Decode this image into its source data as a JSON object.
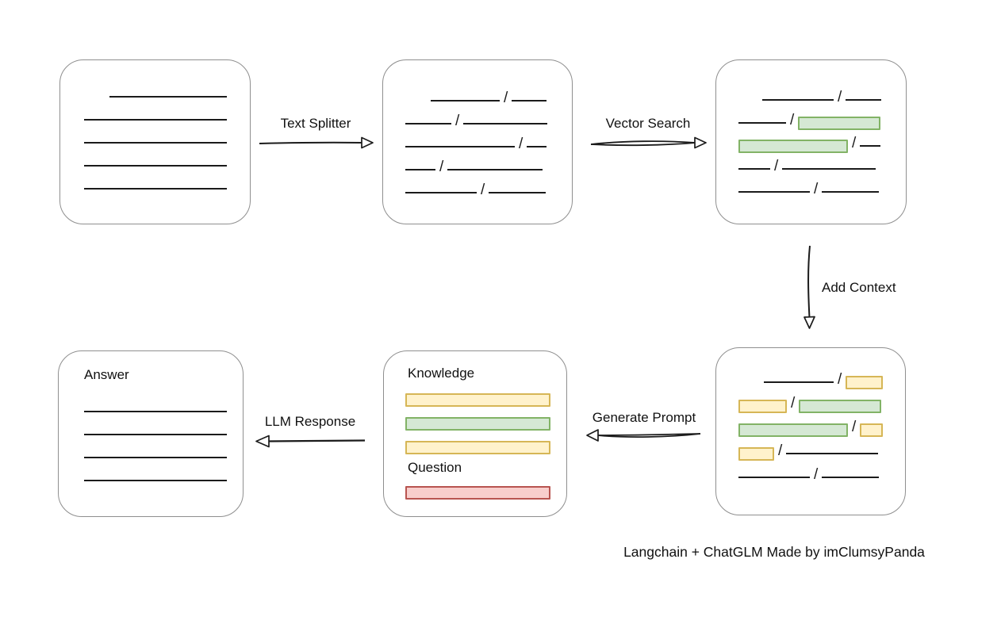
{
  "caption": "Langchain + ChatGLM Made by imClumsyPanda",
  "glyphs": {
    "slash": "/"
  },
  "colors": {
    "line": "#1b1b1b",
    "box_border": "#8f8f8f",
    "green_fill": "#d5e8d4",
    "green_stroke": "#82b366",
    "yellow_fill": "#fff2cc",
    "yellow_stroke": "#d6b656",
    "red_fill": "#f8cecc",
    "red_stroke": "#b85450"
  },
  "labels": {
    "text_splitter": "Text Splitter",
    "vector_search": "Vector Search",
    "add_context": "Add Context",
    "generate_prompt": "Generate Prompt",
    "llm_response": "LLM Response",
    "knowledge": "Knowledge",
    "question": "Question",
    "answer": "Answer"
  },
  "boxes": {
    "source_document": {
      "rows": [
        {
          "segments": [
            {
              "kind": "gap",
              "w": 32
            },
            {
              "kind": "line",
              "w": 148
            }
          ]
        },
        {
          "segments": [
            {
              "kind": "line",
              "w": 180
            }
          ]
        },
        {
          "segments": [
            {
              "kind": "line",
              "w": 180
            }
          ]
        },
        {
          "segments": [
            {
              "kind": "line",
              "w": 180
            }
          ]
        },
        {
          "segments": [
            {
              "kind": "line",
              "w": 180
            }
          ]
        }
      ]
    },
    "split_text": {
      "rows": [
        {
          "segments": [
            {
              "kind": "gap",
              "w": 32
            },
            {
              "kind": "line",
              "w": 87
            },
            {
              "kind": "slash"
            },
            {
              "kind": "line",
              "w": 44
            }
          ]
        },
        {
          "segments": [
            {
              "kind": "line",
              "w": 58
            },
            {
              "kind": "slash"
            },
            {
              "kind": "line",
              "w": 106
            }
          ]
        },
        {
          "segments": [
            {
              "kind": "line",
              "w": 138
            },
            {
              "kind": "slash"
            },
            {
              "kind": "line",
              "w": 25
            }
          ]
        },
        {
          "segments": [
            {
              "kind": "line",
              "w": 38
            },
            {
              "kind": "slash"
            },
            {
              "kind": "line",
              "w": 120
            }
          ]
        },
        {
          "segments": [
            {
              "kind": "line",
              "w": 90
            },
            {
              "kind": "slash"
            },
            {
              "kind": "line",
              "w": 72
            }
          ]
        }
      ]
    },
    "vector_result": {
      "rows": [
        {
          "segments": [
            {
              "kind": "gap",
              "w": 30
            },
            {
              "kind": "line",
              "w": 90
            },
            {
              "kind": "slash"
            },
            {
              "kind": "line",
              "w": 45
            }
          ]
        },
        {
          "segments": [
            {
              "kind": "line",
              "w": 60
            },
            {
              "kind": "slash"
            },
            {
              "kind": "chunk",
              "color": "green",
              "w": 104
            }
          ]
        },
        {
          "segments": [
            {
              "kind": "chunk",
              "color": "green",
              "w": 138
            },
            {
              "kind": "slash"
            },
            {
              "kind": "line",
              "w": 26
            }
          ]
        },
        {
          "segments": [
            {
              "kind": "line",
              "w": 40
            },
            {
              "kind": "slash"
            },
            {
              "kind": "line",
              "w": 118
            }
          ]
        },
        {
          "segments": [
            {
              "kind": "line",
              "w": 90
            },
            {
              "kind": "slash"
            },
            {
              "kind": "line",
              "w": 72
            }
          ]
        }
      ]
    },
    "context_added": {
      "rows": [
        {
          "segments": [
            {
              "kind": "gap",
              "w": 32
            },
            {
              "kind": "line",
              "w": 88
            },
            {
              "kind": "slash"
            },
            {
              "kind": "chunk",
              "color": "yellow",
              "w": 47
            }
          ]
        },
        {
          "segments": [
            {
              "kind": "chunk",
              "color": "yellow",
              "w": 61
            },
            {
              "kind": "slash"
            },
            {
              "kind": "chunk",
              "color": "green",
              "w": 104
            }
          ]
        },
        {
          "segments": [
            {
              "kind": "chunk",
              "color": "green",
              "w": 138
            },
            {
              "kind": "slash"
            },
            {
              "kind": "chunk",
              "color": "yellow",
              "w": 29
            }
          ]
        },
        {
          "segments": [
            {
              "kind": "chunk",
              "color": "yellow",
              "w": 45
            },
            {
              "kind": "slash"
            },
            {
              "kind": "line",
              "w": 116
            }
          ]
        },
        {
          "segments": [
            {
              "kind": "line",
              "w": 90
            },
            {
              "kind": "slash"
            },
            {
              "kind": "line",
              "w": 72
            }
          ]
        }
      ]
    },
    "prompt": {
      "knowledge_bars": {
        "rows": [
          {
            "segments": [
              {
                "kind": "chunk",
                "color": "yellow",
                "w": 183
              }
            ]
          },
          {
            "segments": [
              {
                "kind": "chunk",
                "color": "green",
                "w": 183
              }
            ]
          },
          {
            "segments": [
              {
                "kind": "chunk",
                "color": "yellow",
                "w": 183
              }
            ]
          }
        ]
      },
      "question_bars": {
        "rows": [
          {
            "segments": [
              {
                "kind": "chunk",
                "color": "red",
                "w": 183
              }
            ]
          }
        ]
      }
    },
    "answer": {
      "rows": [
        {
          "segments": [
            {
              "kind": "line",
              "w": 180
            }
          ]
        },
        {
          "segments": [
            {
              "kind": "line",
              "w": 180
            }
          ]
        },
        {
          "segments": [
            {
              "kind": "line",
              "w": 180
            }
          ]
        },
        {
          "segments": [
            {
              "kind": "line",
              "w": 180
            }
          ]
        }
      ]
    }
  }
}
